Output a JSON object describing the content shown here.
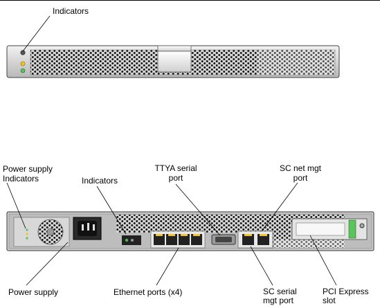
{
  "front_panel": {
    "indicators_label": "Indicators"
  },
  "rear_panel": {
    "power_supply_indicators_label": [
      "Power supply",
      "Indicators"
    ],
    "indicators_label": "Indicators",
    "ttya_serial_port_label": [
      "TTYA serial",
      "port"
    ],
    "sc_net_mgt_port_label": [
      "SC net mgt",
      "port"
    ],
    "power_supply_label": "Power supply",
    "ethernet_ports_label": "Ethernet ports (x4)",
    "sc_serial_mgt_port_label": [
      "SC serial",
      "mgt port"
    ],
    "pci_express_slot_label": [
      "PCI Express",
      "slot"
    ]
  }
}
